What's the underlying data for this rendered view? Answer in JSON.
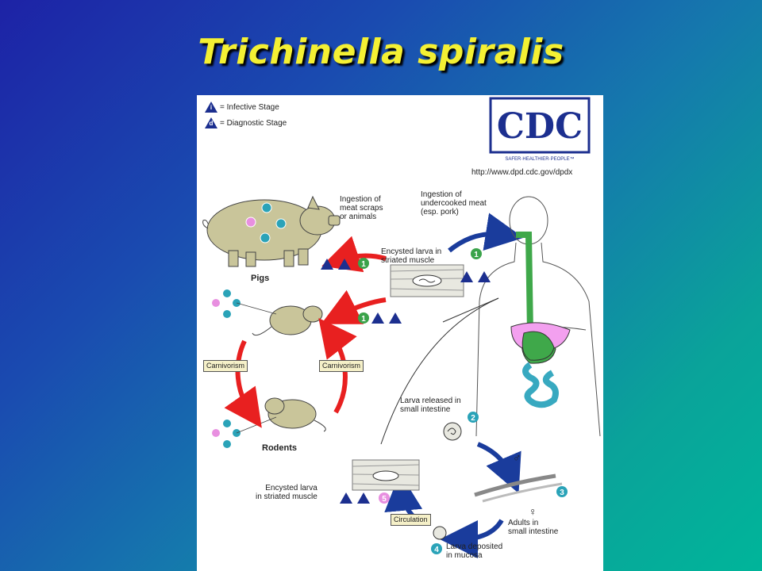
{
  "title": "Trichinella spiralis",
  "legend": {
    "infective_letter": "i",
    "infective_text": "= Infective Stage",
    "diagnostic_letter": "d",
    "diagnostic_text": "= Diagnostic Stage"
  },
  "logo": {
    "text": "CDC",
    "tagline": "SAFER·HEALTHIER·PEOPLE™",
    "url": "http://www.dpd.cdc.gov/dpdx"
  },
  "labels": {
    "pigs": "Pigs",
    "rodents": "Rodents",
    "ingestion_scraps": "Ingestion of\nmeat scraps\nor animals",
    "ingestion_meat": "Ingestion of\nundercooked meat\n(esp. pork)",
    "encysted_top": "Encysted larva in\nstriated muscle",
    "larva_released": "Larva released in\nsmall intestine",
    "male": "♂",
    "female": "♀",
    "adults": "Adults in\nsmall intestine",
    "larva_deposited": "Larva deposited\nin mucosa",
    "encysted_bottom": "Encysted larva\nin striated muscle",
    "carnivorism_left": "Carnivorism",
    "carnivorism_right": "Carnivorism",
    "circulation": "Circulation"
  },
  "stages": [
    "1",
    "2",
    "3",
    "4",
    "5"
  ],
  "colors": {
    "title": "#f4f033",
    "stage_teal": "#2aa3b8",
    "stage_green": "#3aa34a",
    "stage_pink": "#e88fe0",
    "triangle_blue": "#1c2f8f",
    "cycle_red": "#e82020",
    "cycle_blue": "#1a3c9c",
    "gut_green": "#3fa84a",
    "liver_pink": "#f3a0ef",
    "intestine_teal": "#38a9c0",
    "animal_khaki": "#c9c59a"
  }
}
